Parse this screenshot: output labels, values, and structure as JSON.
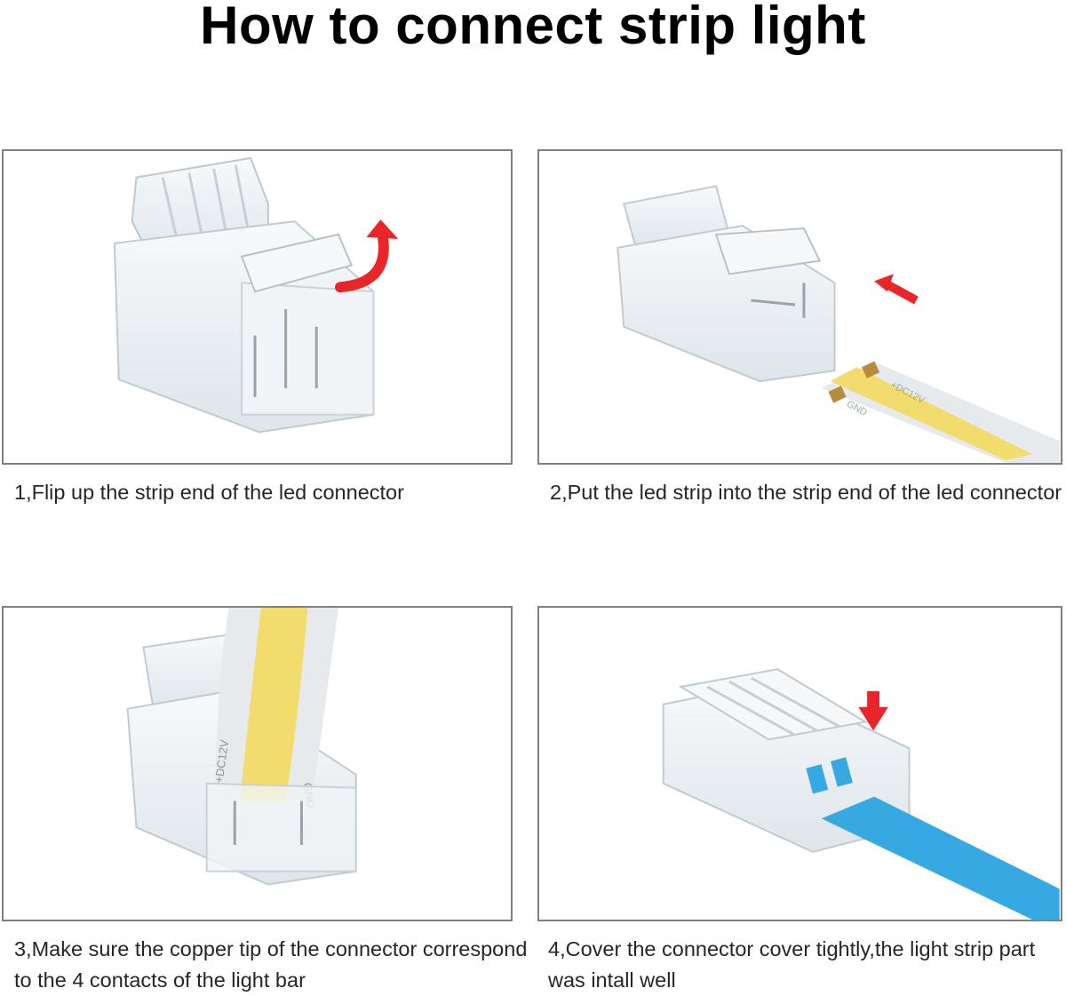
{
  "title": "How to connect strip light",
  "steps": [
    {
      "caption": "1,Flip up the strip end of the led connector"
    },
    {
      "caption": "2,Put the led strip into the strip end of the led connector"
    },
    {
      "caption": "3,Make sure the copper tip of the connector correspond to the 4 contacts of the light bar"
    },
    {
      "caption": "4,Cover the connector cover tightly,the light strip part was intall well"
    }
  ],
  "strip_labels": {
    "positive": "+DC12V",
    "ground": "GND"
  },
  "colors": {
    "arrow": "#e8262a",
    "strip_led": "#f3dc6e",
    "strip_base": "#e6eaec",
    "pcb_blue": "#36a8e2",
    "connector": "#eef2f5",
    "copper": "#b88a3c"
  }
}
